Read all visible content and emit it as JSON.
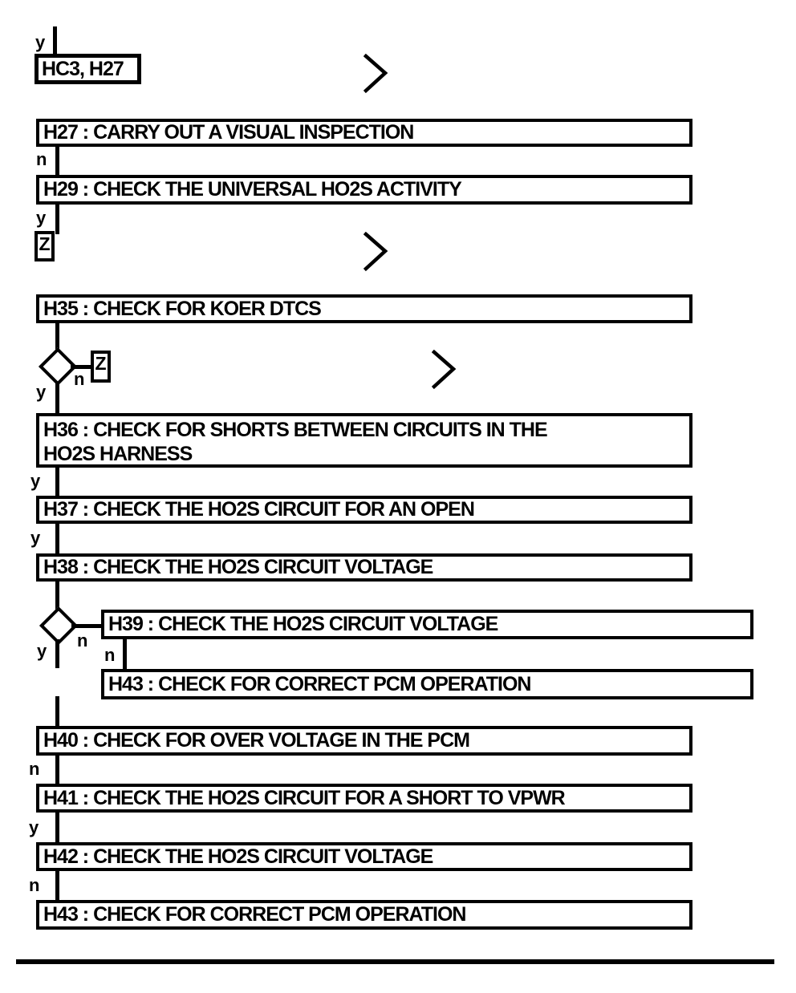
{
  "page": {
    "background_color": "#ffffff",
    "ink_color": "#000000"
  },
  "flowchart": {
    "entry_connector": {
      "label": "HC3, H27"
    },
    "branch_labels": {
      "yes": "y",
      "no": "n"
    },
    "offpage_connector": {
      "label": "Z"
    },
    "steps": {
      "h27": {
        "title": "H27 : CARRY OUT A VISUAL INSPECTION"
      },
      "h29": {
        "title": "H29 : CHECK THE UNIVERSAL HO2S ACTIVITY"
      },
      "h35": {
        "title": "H35 : CHECK FOR KOER DTCS"
      },
      "h36": {
        "line1": "H36 : CHECK FOR SHORTS BETWEEN CIRCUITS IN THE",
        "line2": "HO2S HARNESS"
      },
      "h37": {
        "title": "H37 : CHECK THE HO2S CIRCUIT FOR AN OPEN"
      },
      "h38": {
        "title": "H38 : CHECK THE HO2S CIRCUIT VOLTAGE"
      },
      "h39": {
        "title": "H39 : CHECK THE HO2S CIRCUIT VOLTAGE"
      },
      "h43a": {
        "title": "H43 : CHECK FOR CORRECT PCM OPERATION"
      },
      "h40": {
        "title": "H40 : CHECK FOR OVER VOLTAGE IN THE PCM"
      },
      "h41": {
        "title": "H41 : CHECK THE HO2S CIRCUIT FOR A SHORT TO VPWR"
      },
      "h42": {
        "title": "H42 : CHECK THE HO2S CIRCUIT VOLTAGE"
      },
      "h43b": {
        "title": "H43 : CHECK FOR CORRECT PCM OPERATION"
      }
    }
  }
}
